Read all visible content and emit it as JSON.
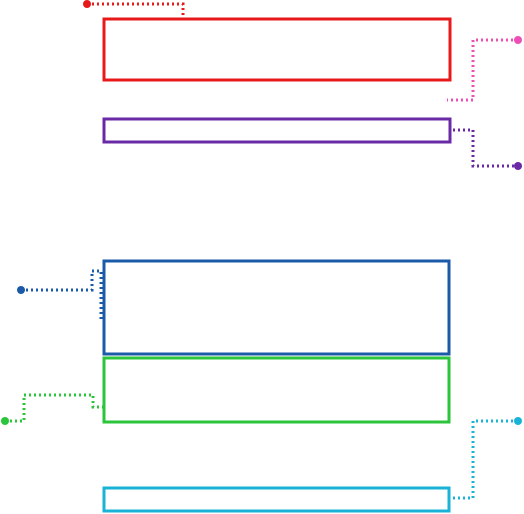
{
  "boxes": [
    {
      "id": "red",
      "color": "#e8191b"
    },
    {
      "id": "purple",
      "color": "#6a2aa6"
    },
    {
      "id": "blue",
      "color": "#1a5aa8"
    },
    {
      "id": "green",
      "color": "#2bc53b"
    },
    {
      "id": "cyan",
      "color": "#19b3d8"
    }
  ],
  "connectors": [
    {
      "id": "red",
      "color": "#e8191b"
    },
    {
      "id": "pink",
      "color": "#ec4fb6"
    },
    {
      "id": "purple",
      "color": "#6a2aa6"
    },
    {
      "id": "blue",
      "color": "#1a5aa8"
    },
    {
      "id": "green",
      "color": "#2bc53b"
    },
    {
      "id": "cyan",
      "color": "#19b3d8"
    }
  ]
}
